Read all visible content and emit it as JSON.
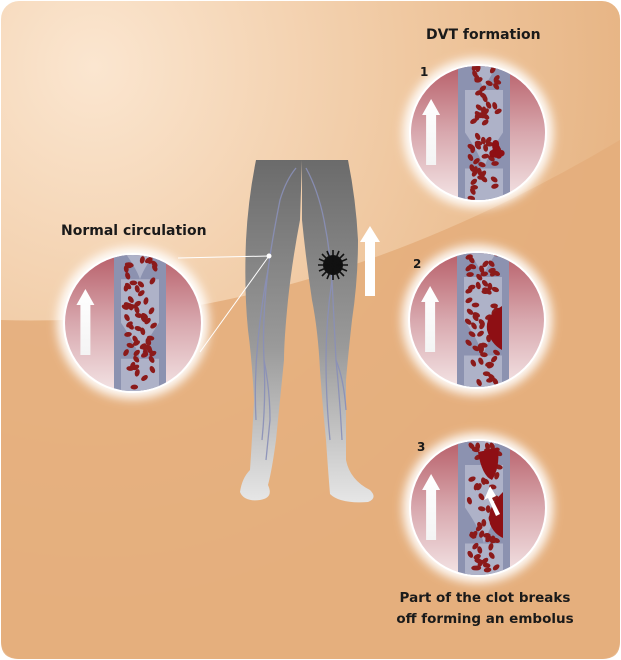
{
  "labels": {
    "dvt_title": "DVT formation",
    "normal_title": "Normal circulation",
    "step1": "1",
    "step2": "2",
    "step3": "3",
    "caption_line1": "Part of the clot breaks",
    "caption_line2": "off forming an embolus"
  },
  "colors": {
    "background": "#e8b98a",
    "background_light": "#f6dcc0",
    "vessel_wall": "#8c92b0",
    "blood_cell": "#8b1a1a",
    "clot": "#8e0f14",
    "leg": "#7b7b7b",
    "arrow": "#ffffff"
  }
}
